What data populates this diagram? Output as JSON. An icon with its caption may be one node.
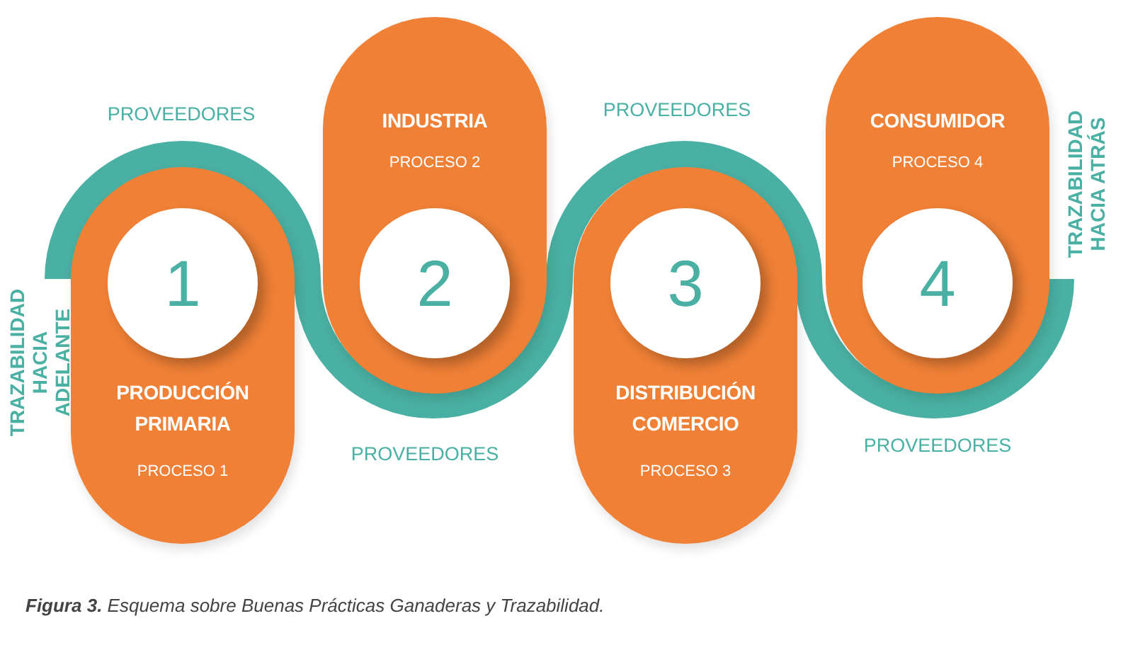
{
  "diagram": {
    "caption": "**Figura 3.** Esquema sobre Buenas Prácticas Ganaderas y Trazabilidad.",
    "nodes": [
      {
        "text": [
          "PRODUCCIÓN PRIMARIA",
          "PROCESO 1"
        ]
      },
      {
        "text": [
          "1"
        ],
        "in": 0
      },
      {
        "text": [
          "INDUSTRIA",
          "PROCESO 2"
        ]
      },
      {
        "text": [
          "2"
        ],
        "in": 2
      },
      {
        "text": [
          "DISTRIBUCIÓN COMERCIO",
          "PROCESO 3"
        ]
      },
      {
        "text": [
          "3"
        ],
        "in": 4
      },
      {
        "text": [
          "CONSUMIDOR",
          "PROCESO 4"
        ]
      },
      {
        "text": [
          "4"
        ],
        "in": 6
      }
    ],
    "labels": [
      "PROVEEDORES",
      "PROVEEDORES",
      "PROVEEDORES",
      "PROVEEDORES",
      "TRAZABILIDAD HACIA ADELANTE",
      "TRAZABILIDAD HACIA ATRÁS"
    ]
  }
}
